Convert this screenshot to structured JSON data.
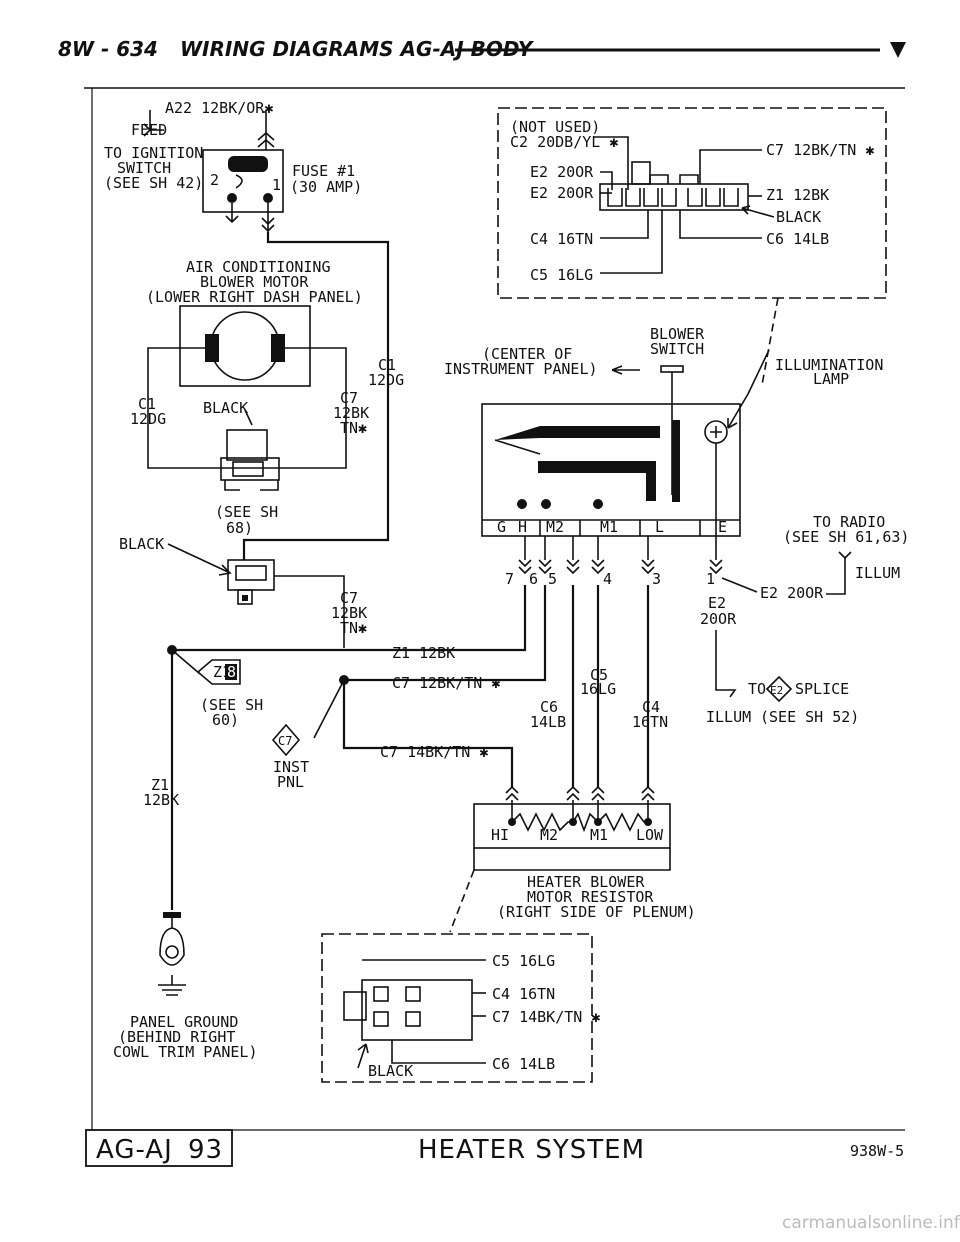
{
  "header": {
    "page": "8W - 634",
    "title": "WIRING DIAGRAMS AG-AJ BODY"
  },
  "footer": {
    "model": "AG-AJ",
    "page_no": "93",
    "system": "HEATER SYSTEM",
    "code": "938W-5"
  },
  "watermark": "carmanualsonline.info",
  "labels": {
    "a22": "A22 12BK/OR✱",
    "feed": "FEED",
    "ign_1": "TO IGNITION",
    "ign_2": "SWITCH",
    "ign_3": "(SEE SH 42)",
    "fuse_1": "FUSE #1",
    "fuse_2": "(30 AMP)",
    "fuse_pin2": "2",
    "fuse_pin1": "1",
    "ac_1": "AIR CONDITIONING",
    "ac_2": "BLOWER MOTOR",
    "ac_3": "(LOWER RIGHT DASH PANEL)",
    "m_c1_l1": "C1",
    "m_c1_l2": "12DG",
    "m_c1_r1": "C1",
    "m_c1_r2": "12DG",
    "m_black": "BLACK",
    "m_c7_1": "C7",
    "m_c7_2": "12BK",
    "m_c7_3": "TN✱",
    "seesh68_1": "(SEE SH",
    "seesh68_2": "68)",
    "black_conn": "BLACK",
    "c7b_1": "C7",
    "c7b_2": "12BK",
    "c7b_3": "TN✱",
    "z1_12bk": "Z1 12BK",
    "c7_12bktn": "C7 12BK/TN ✱",
    "z1_splice": "Z1",
    "z1_splice_n": "8",
    "seesh60_1": "(SEE SH",
    "seesh60_2": "60)",
    "c7_diamond": "C7",
    "inst_1": "INST",
    "inst_2": "PNL",
    "c7_14bktn": "C7 14BK/TN ✱",
    "z1v_1": "Z1",
    "z1v_2": "12BK",
    "gnd_1": "PANEL GROUND",
    "gnd_2": "(BEHIND RIGHT",
    "gnd_3": "COWL TRIM PANEL)",
    "nu_1": "(NOT USED)",
    "nu_2": "C2 20DB/YL ✱",
    "e2_a": "E2 20OR",
    "e2_b": "E2 20OR",
    "c4_top": "C4 16TN",
    "c5_top": "C5 16LG",
    "c7_top": "C7 12BK/TN ✱",
    "z1_top": "Z1 12BK",
    "black_top": "BLACK",
    "c6_top": "C6 14LB",
    "bs_1": "BLOWER",
    "bs_2": "SWITCH",
    "center_1": "(CENTER OF",
    "center_2": "INSTRUMENT PANEL)",
    "illum_1": "ILLUMINATION",
    "illum_2": "LAMP",
    "pos_g": "G",
    "pos_h": "H",
    "pos_m2": "M2",
    "pos_m1": "M1",
    "pos_l": "L",
    "pos_e": "E",
    "pin7": "7",
    "pin6": "6",
    "pin5": "5",
    "pin4": "4",
    "pin3": "3",
    "pin1": "1",
    "radio_1": "TO RADIO",
    "radio_2": "(SEE SH 61,63)",
    "illum_small": "ILLUM",
    "e2_right": "E2 20OR",
    "e2v_1": "E2",
    "e2v_2": "20OR",
    "c5v_1": "C5",
    "c5v_2": "16LG",
    "c6v_1": "C6",
    "c6v_2": "14LB",
    "c4v_1": "C4",
    "c4v_2": "16TN",
    "to": "TO",
    "e2_splice": "E2",
    "splice": "SPLICE",
    "illum_bottom": "ILLUM",
    "seesh52": "(SEE SH 52)",
    "r_hi": "HI",
    "r_m2": "M2",
    "r_m1": "M1",
    "r_low": "LOW",
    "res_1": "HEATER BLOWER",
    "res_2": "MOTOR RESISTOR",
    "res_3": "(RIGHT SIDE OF PLENUM)",
    "rc_c5": "C5 16LG",
    "rc_c4": "C4 16TN",
    "rc_c7": "C7 14BK/TN ✱",
    "rc_c6": "C6 14LB",
    "rc_black": "BLACK"
  }
}
